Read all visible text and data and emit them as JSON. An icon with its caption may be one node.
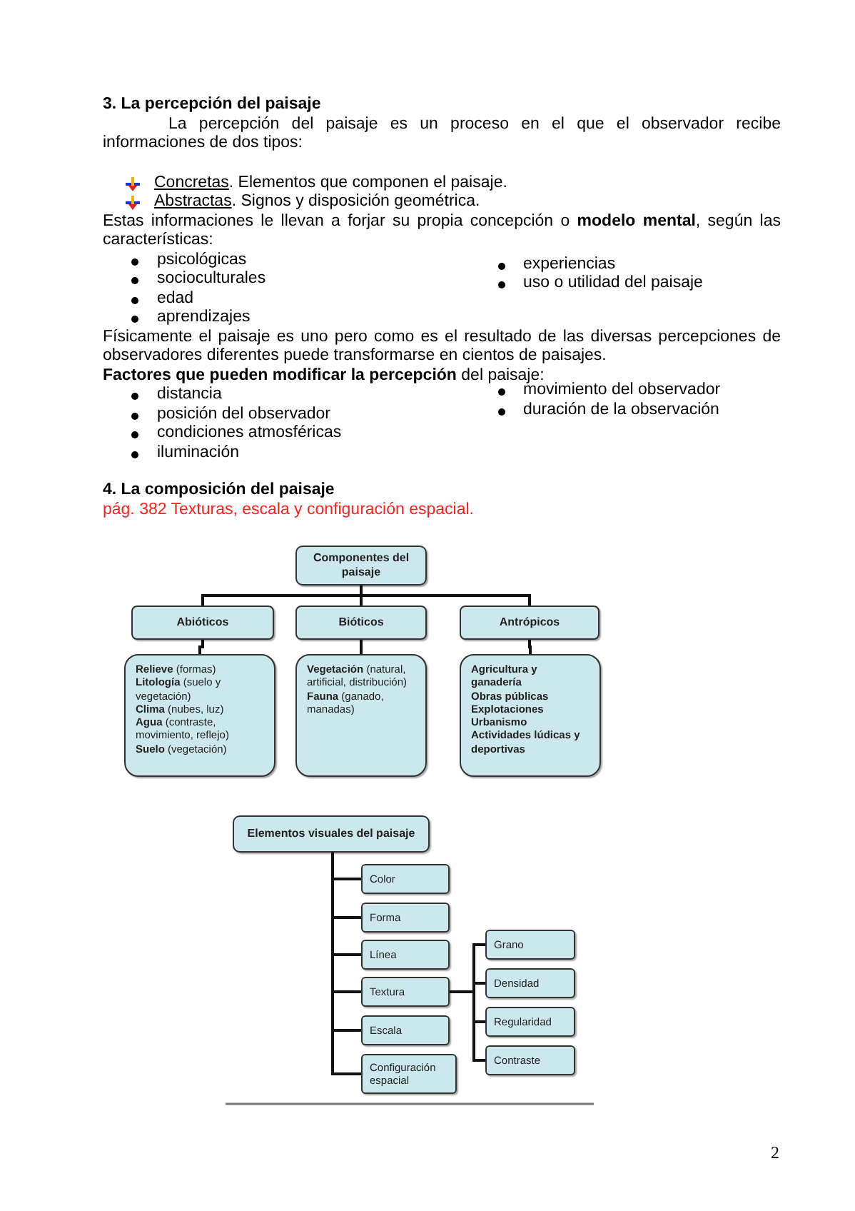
{
  "diagram": {
    "nodes": [
      {
        "text": [
          "Componentes del paisaje"
        ]
      },
      {
        "text": [
          "Abióticos"
        ]
      },
      {
        "text": [
          "Bióticos"
        ]
      },
      {
        "text": [
          "Antrópicos"
        ]
      },
      {
        "text": [
          "**Relieve** (formas)",
          "**Litología** (suelo y vegetación)",
          "**Clima** (nubes, luz)",
          "**Agua** (contraste, movimiento, reflejo)",
          "**Suelo** (vegetación)"
        ]
      },
      {
        "text": [
          "**Vegetación** (natural, artificial, distribución)",
          "**Fauna** (ganado, manadas)"
        ]
      },
      {
        "text": [
          "**Agricultura y ganadería**",
          "**Obras públicas**",
          "**Explotaciones**",
          "**Urbanismo**",
          "**Actividades lúdicas y deportivas**"
        ]
      },
      {
        "text": [
          "Elementos visuales del paisaje"
        ]
      },
      {
        "text": [
          "Color"
        ]
      },
      {
        "text": [
          "Forma"
        ]
      },
      {
        "text": [
          "Línea"
        ]
      },
      {
        "text": [
          "Textura"
        ]
      },
      {
        "text": [
          "Escala"
        ]
      },
      {
        "text": [
          "Configuración espacial"
        ]
      },
      {
        "text": [
          "Grano"
        ]
      },
      {
        "text": [
          "Densidad"
        ]
      },
      {
        "text": [
          "Regularidad"
        ]
      },
      {
        "text": [
          "Contraste"
        ]
      }
    ],
    "edges": [
      {
        "from": 0,
        "to": 1,
        "arrow": "none"
      },
      {
        "from": 0,
        "to": 2,
        "arrow": "none"
      },
      {
        "from": 0,
        "to": 3,
        "arrow": "none"
      },
      {
        "from": 1,
        "to": 4,
        "arrow": "none"
      },
      {
        "from": 2,
        "to": 5,
        "arrow": "none"
      },
      {
        "from": 3,
        "to": 6,
        "arrow": "none"
      },
      {
        "from": 7,
        "to": 8,
        "arrow": "none"
      },
      {
        "from": 7,
        "to": 9,
        "arrow": "none"
      },
      {
        "from": 7,
        "to": 10,
        "arrow": "none"
      },
      {
        "from": 7,
        "to": 11,
        "arrow": "none"
      },
      {
        "from": 7,
        "to": 12,
        "arrow": "none"
      },
      {
        "from": 7,
        "to": 13,
        "arrow": "none"
      },
      {
        "from": 11,
        "to": 14,
        "arrow": "none"
      },
      {
        "from": 11,
        "to": 15,
        "arrow": "none"
      },
      {
        "from": 11,
        "to": 16,
        "arrow": "none"
      },
      {
        "from": 11,
        "to": 17,
        "arrow": "none"
      }
    ],
    "labels": [
      "3. La percepción del paisaje",
      "La percepción del paisaje es un proceso en el que el observador recibe informaciones de dos tipos:",
      "Concretas",
      ". Elementos que componen el paisaje.",
      "Abstractas",
      ". Signos y disposición geométrica.",
      "Estas informaciones le llevan a forjar su propia concepción o **modelo mental**, según las características:",
      "psicológicas",
      "socioculturales",
      "edad",
      "aprendizajes",
      "experiencias",
      "uso o utilidad del paisaje",
      "Físicamente el paisaje es uno pero como es el resultado de las diversas percepciones de observadores diferentes puede transformarse en cientos de paisajes.",
      "**Factores que pueden modificar la percepción** del paisaje:",
      "distancia",
      "posición del observador",
      "condiciones atmosféricas",
      "iluminación",
      "movimiento del observador",
      "duración de la observación",
      "4. La composición del paisaje",
      "pág. 382 Texturas, escala y configuración espacial.",
      "2"
    ]
  }
}
